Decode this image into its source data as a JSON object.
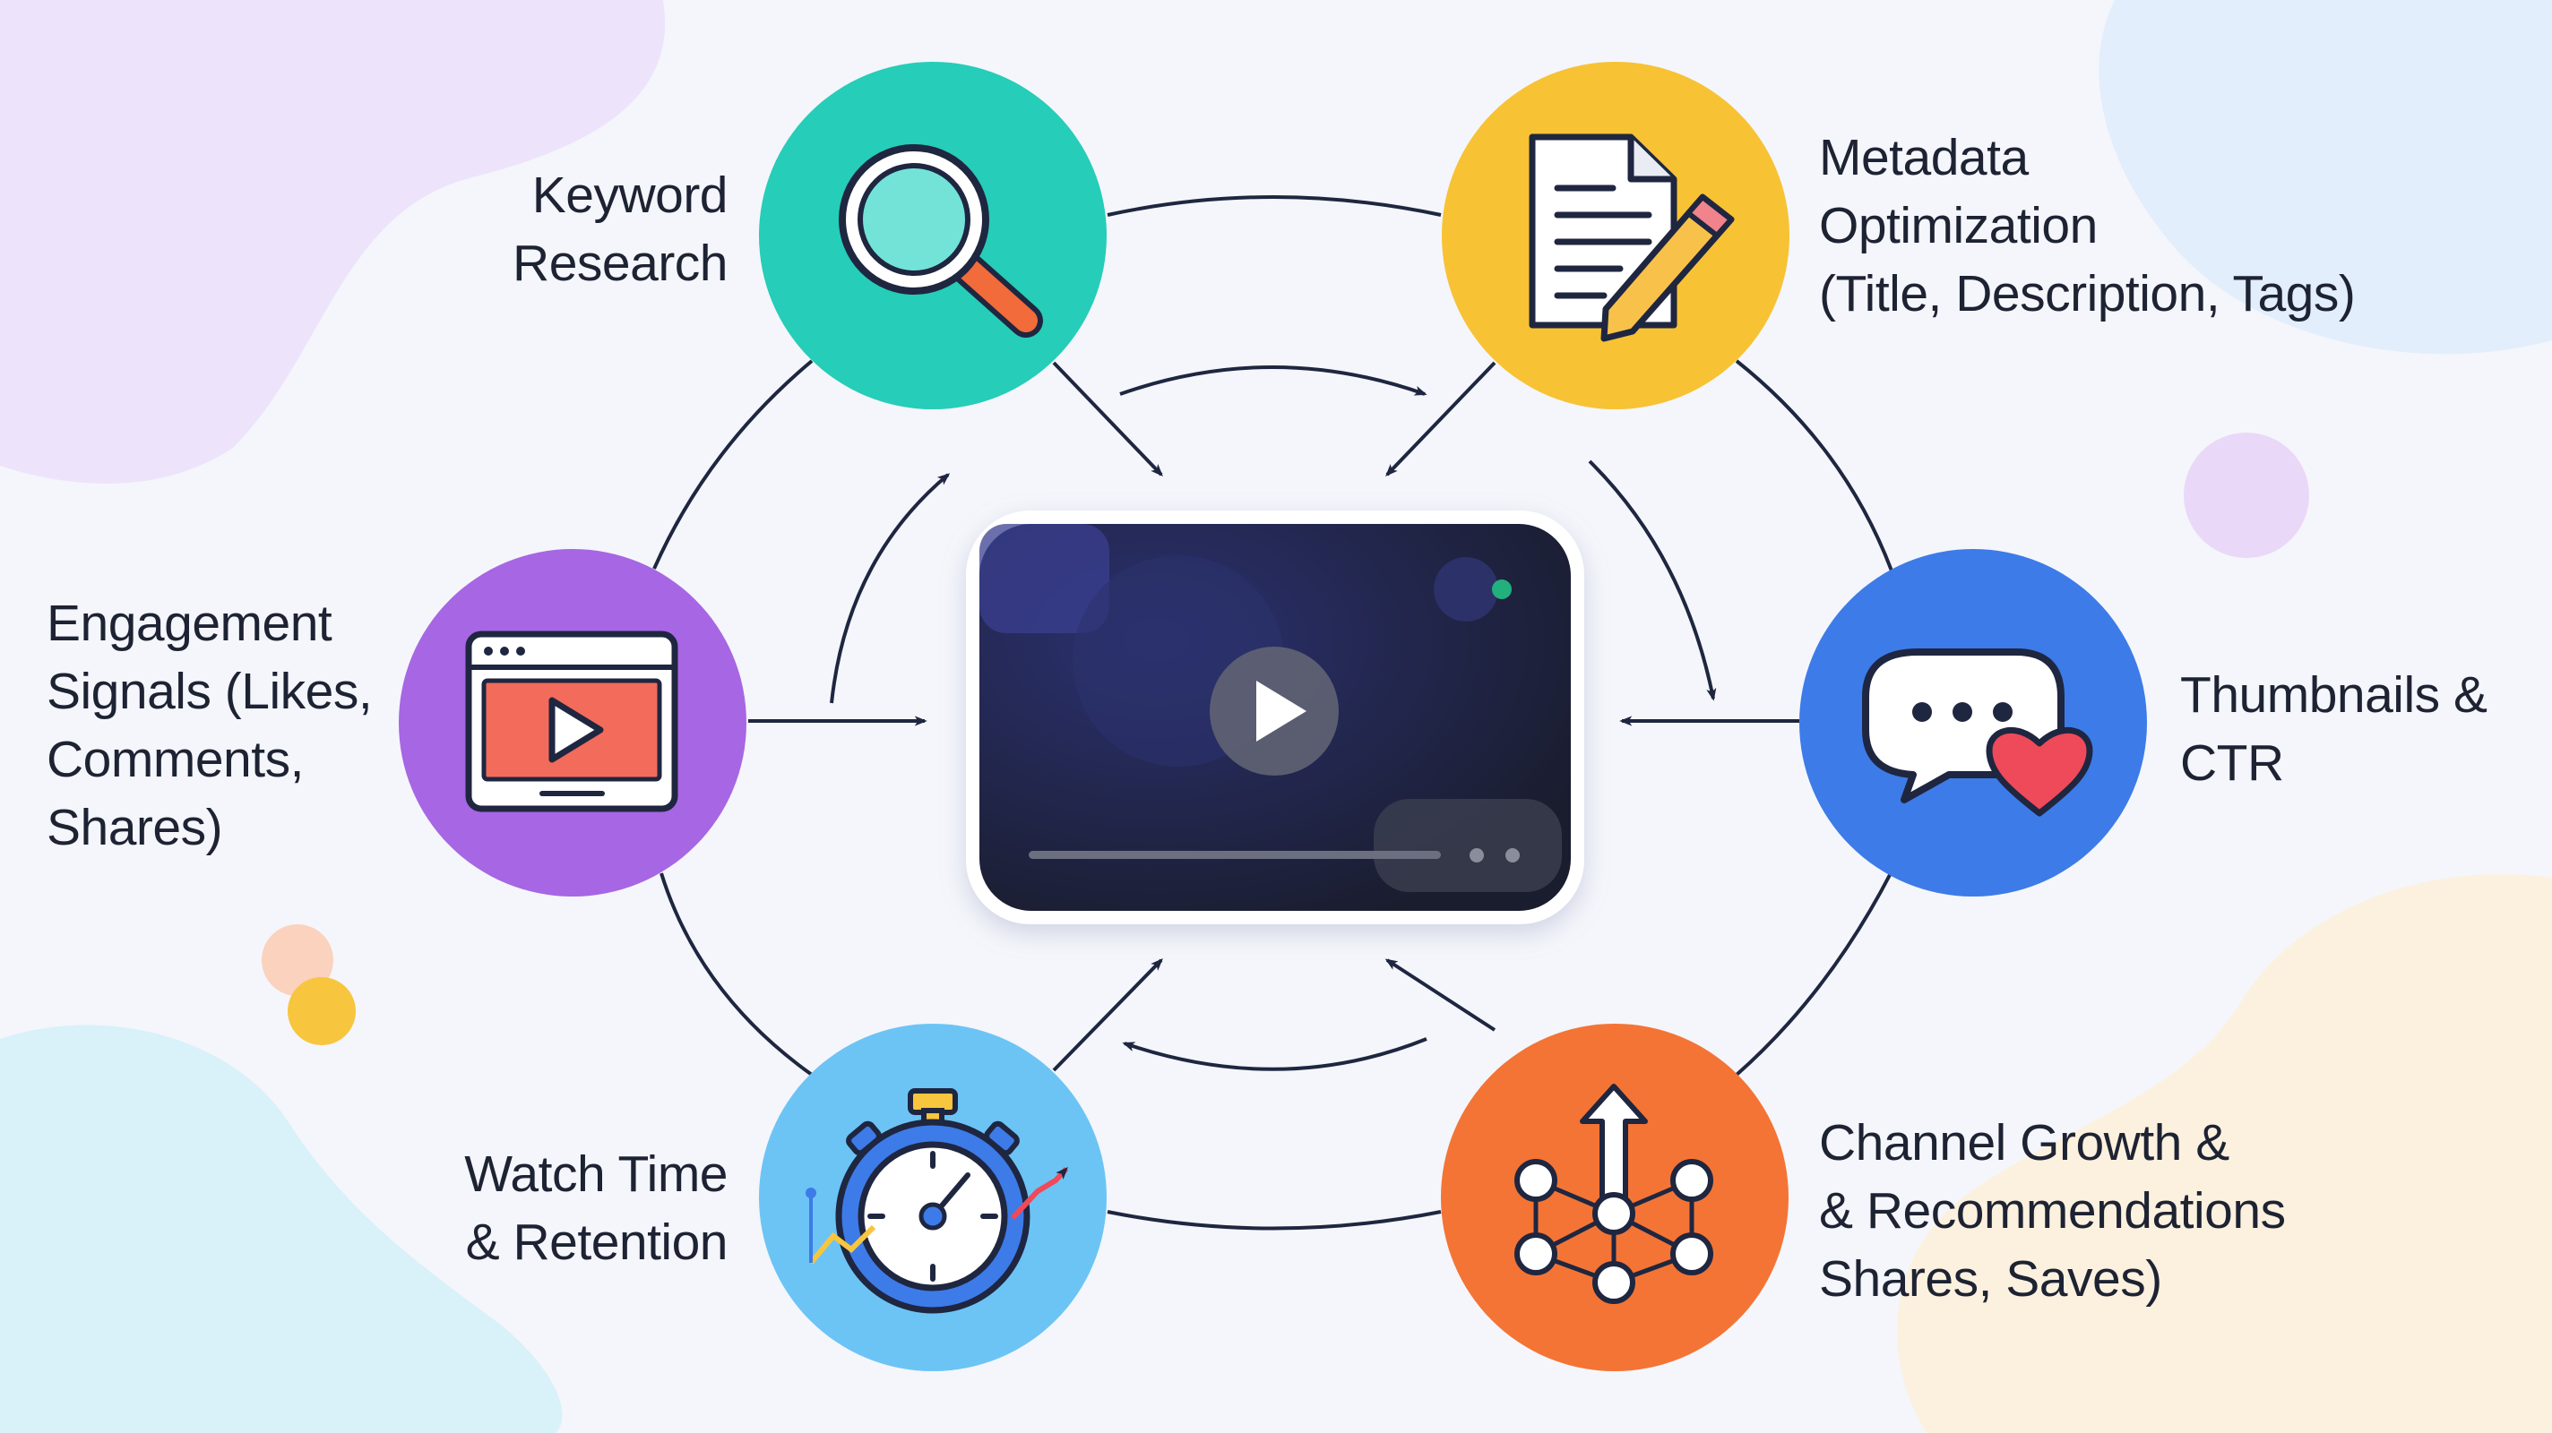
{
  "diagram": {
    "center": {
      "name": "video-player",
      "control": "play"
    },
    "nodes": [
      {
        "id": "keyword-research",
        "lines": [
          "Keyword",
          "Research"
        ],
        "color": "#26cdb8",
        "icon": "magnifier-icon"
      },
      {
        "id": "metadata-optimization",
        "lines": [
          "Metadata",
          "Optimization",
          "(Title, Description, Tags)"
        ],
        "color": "#f7c234",
        "icon": "document-pencil-icon"
      },
      {
        "id": "thumbnails-ctr",
        "lines": [
          "Thumbnails &",
          "CTR"
        ],
        "color": "#3d7be8",
        "icon": "chat-heart-icon"
      },
      {
        "id": "channel-growth",
        "lines": [
          "Channel Growth &",
          "& Recommendations",
          "Shares, Saves)"
        ],
        "color": "#f47435",
        "icon": "growth-network-icon"
      },
      {
        "id": "watch-time",
        "lines": [
          "Watch Time",
          "& Retention"
        ],
        "color": "#6cc4f5",
        "icon": "stopwatch-icon"
      },
      {
        "id": "engagement-signals",
        "lines": [
          "Engagement",
          "Signals (Likes,",
          "Comments,",
          "Shares)"
        ],
        "color": "#a766e3",
        "icon": "video-browser-icon"
      }
    ],
    "colors": {
      "line": "#1f2640",
      "screen": "#1e2235",
      "text": "#1e2333"
    }
  }
}
